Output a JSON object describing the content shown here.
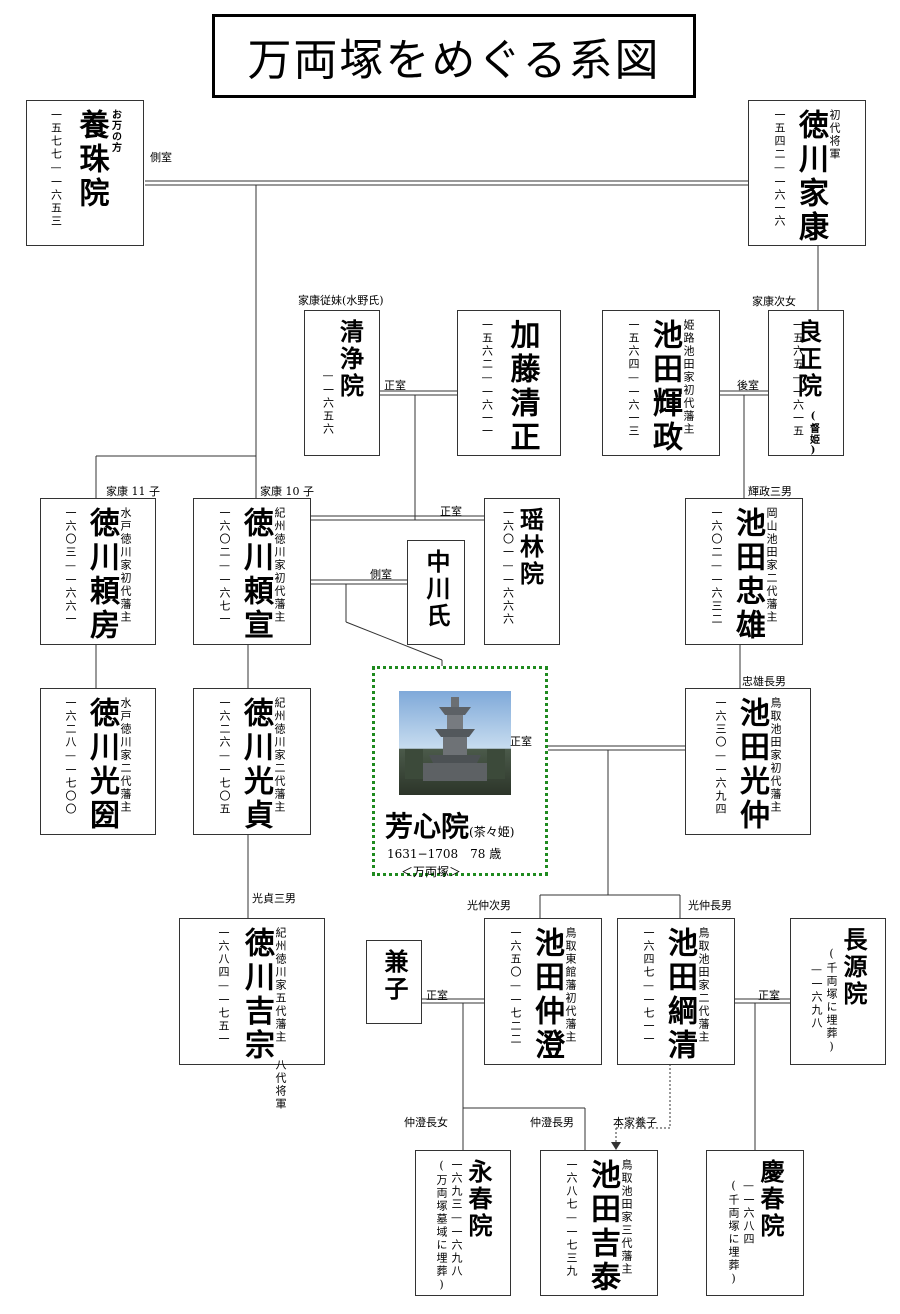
{
  "title": "万両塚をめぐる系図",
  "people": {
    "yojuin": {
      "name": "養珠院",
      "note": "お万の方",
      "years": "一五七七—一六五三"
    },
    "ieyasu": {
      "name": "徳川家康",
      "note": "初代将軍",
      "years": "一五四二—一六一六"
    },
    "seijoin": {
      "name": "清浄院",
      "years": "—一六五六"
    },
    "kiyomasa": {
      "name": "加藤清正",
      "years": "一五六二—一六一一"
    },
    "terumasa": {
      "name": "池田輝政",
      "note": "姫路池田家初代藩主",
      "years": "一五六四—一六一三"
    },
    "ryoshoin": {
      "name": "良正院",
      "sub": "(督姫)",
      "years": "一五六五—一六一五"
    },
    "yorifusa": {
      "name": "徳川頼房",
      "note": "水戸徳川家初代藩主",
      "years": "一六〇三—一六六一"
    },
    "yorinobu": {
      "name": "徳川頼宣",
      "note": "紀州徳川家初代藩主",
      "years": "一六〇二—一六七一"
    },
    "nakagawa": {
      "name": "中川氏"
    },
    "yorinin": {
      "name": "瑶林院",
      "years": "一六〇一—一六六六"
    },
    "tadao": {
      "name": "池田忠雄",
      "note": "岡山池田家二代藩主",
      "years": "一六〇二—一六三二"
    },
    "mitsukuni": {
      "name": "徳川光圀",
      "note": "水戸徳川家二代藩主",
      "years": "一六二八—一七〇〇"
    },
    "mitsusada": {
      "name": "徳川光貞",
      "note": "紀州徳川家二代藩主",
      "years": "一六二六—一七〇五"
    },
    "mitsunaka": {
      "name": "池田光仲",
      "note": "鳥取池田家初代藩主",
      "years": "一六三〇—一六九四"
    },
    "yoshimune": {
      "name": "徳川吉宗",
      "note": "紀州徳川家五代藩主 八代将軍",
      "years": "一六八四—一七五一"
    },
    "kaneko": {
      "name": "兼子"
    },
    "nakazumi": {
      "name": "池田仲澄",
      "note": "鳥取東館藩初代藩主",
      "years": "一六五〇—一七二二"
    },
    "tsunakiyo": {
      "name": "池田綱清",
      "note": "鳥取池田家二代藩主",
      "years": "一六四七—一七一一"
    },
    "chogenin": {
      "name": "長源院",
      "note": "(千両塚に埋葬)",
      "years": "—一六九八"
    },
    "eishunin": {
      "name": "永春院",
      "note": "(万両塚墓域に埋葬)",
      "years": "一六九三—一六九八"
    },
    "yoshiyasu": {
      "name": "池田吉泰",
      "note": "鳥取池田家三代藩主",
      "years": "一六八七—一七三九"
    },
    "keishunin": {
      "name": "慶春院",
      "note": "(千両塚に埋葬)",
      "years": "—一六八四"
    }
  },
  "featured": {
    "name": "芳心院",
    "sub": "(茶々姫)",
    "dates": "1631−1708　78 歳",
    "note": "＜万両塚＞"
  },
  "labels": {
    "sokushitsu": "側室",
    "seishitsu": "正室",
    "kogo": "後室",
    "ieyasu_jijo": "家康次女",
    "ieyasu_itoko": "家康従妹(水野氏)",
    "ieyasu_11": "家康 11 子",
    "ieyasu_10": "家康 10 子",
    "terumasa_3": "輝政三男",
    "tadao_1": "忠雄長男",
    "mitsusada_3": "光貞三男",
    "mitsunaka_2": "光仲次男",
    "mitsunaka_1": "光仲長男",
    "nakazumi_jo": "仲澄長女",
    "nakazumi_1": "仲澄長男",
    "honke_yoshi": "本家養子"
  }
}
